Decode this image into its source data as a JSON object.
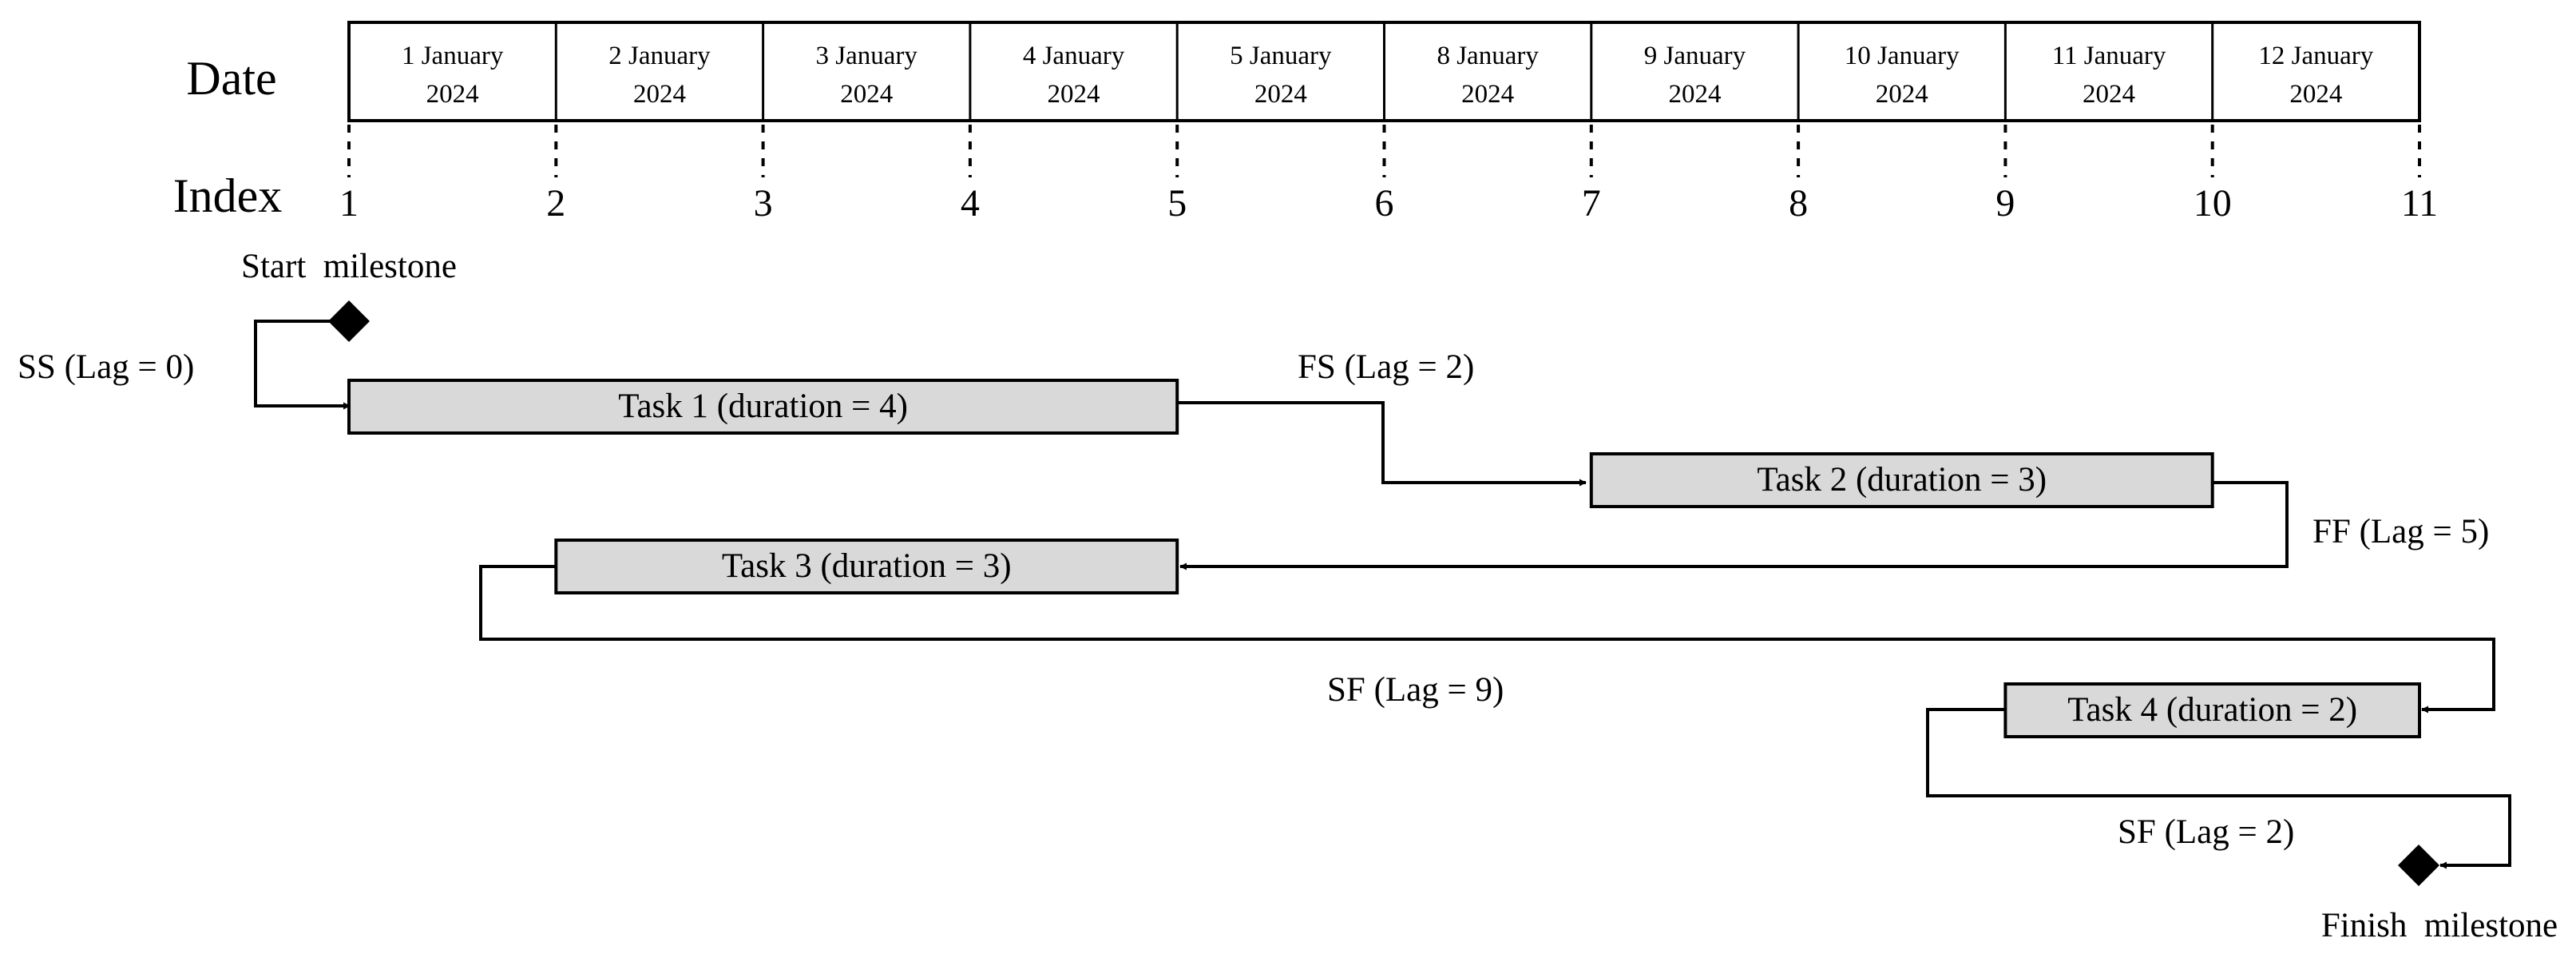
{
  "headers": {
    "date": "Date",
    "index": "Index"
  },
  "dates": [
    [
      "1 January",
      "2024"
    ],
    [
      "2 January",
      "2024"
    ],
    [
      "3 January",
      "2024"
    ],
    [
      "4 January",
      "2024"
    ],
    [
      "5 January",
      "2024"
    ],
    [
      "8 January",
      "2024"
    ],
    [
      "9 January",
      "2024"
    ],
    [
      "10 January",
      "2024"
    ],
    [
      "11 January",
      "2024"
    ],
    [
      "12 January",
      "2024"
    ]
  ],
  "indices": [
    "1",
    "2",
    "3",
    "4",
    "5",
    "6",
    "7",
    "8",
    "9",
    "10",
    "11"
  ],
  "tasks": [
    {
      "label": "Task 1 (duration = 4)",
      "start": 1,
      "end": 5
    },
    {
      "label": "Task 2 (duration = 3)",
      "start": 7,
      "end": 10
    },
    {
      "label": "Task 3 (duration = 3)",
      "start": 2,
      "end": 5
    },
    {
      "label": "Task 4 (duration = 2)",
      "start": 9,
      "end": 11
    }
  ],
  "milestones": {
    "start": "Start  milestone",
    "finish": "Finish  milestone"
  },
  "dependencies": [
    {
      "label": "SS (Lag = 0)"
    },
    {
      "label": "FS (Lag = 2)"
    },
    {
      "label": "FF (Lag = 5)"
    },
    {
      "label": "SF (Lag = 9)"
    },
    {
      "label": "SF (Lag = 2)"
    }
  ]
}
